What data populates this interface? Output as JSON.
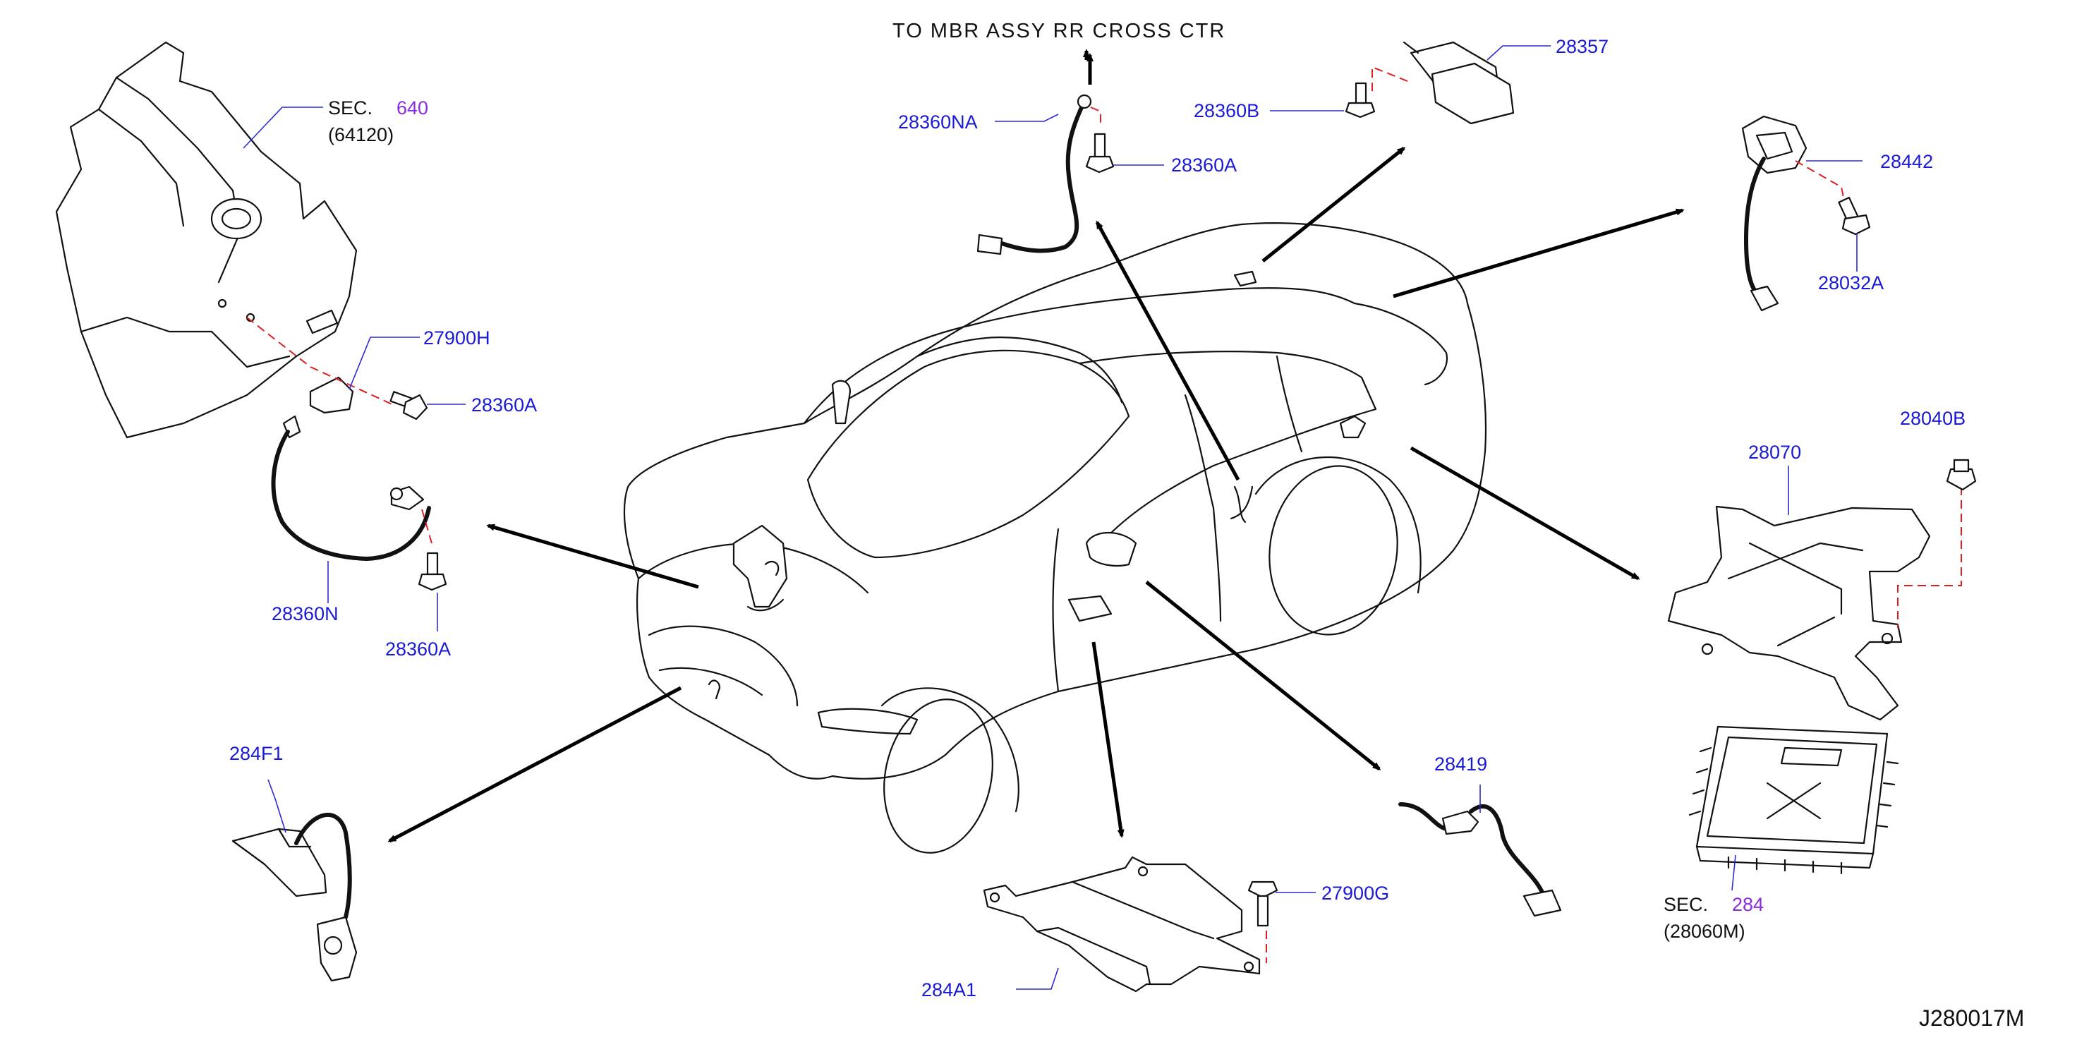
{
  "diagram_code": "J280017M",
  "note": "TO  MBR  ASSY  RR  CROSS  CTR",
  "parts": {
    "p28360NA": "28360NA",
    "p28360A_top": "28360A",
    "p28357": "28357",
    "p28360B": "28360B",
    "p28442": "28442",
    "p28032A": "28032A",
    "p27900H": "27900H",
    "p28360A_left": "28360A",
    "p28360N": "28360N",
    "p28360A_lower": "28360A",
    "p28040B": "28040B",
    "p28070": "28070",
    "p284F1": "284F1",
    "p28419": "28419",
    "p27900G": "27900G",
    "p284A1": "284A1"
  },
  "sections": {
    "sec640": {
      "prefix": "SEC.",
      "number": "640",
      "sub": "(64120)"
    },
    "sec284": {
      "prefix": "SEC.",
      "number": "284",
      "sub": "(28060M)"
    }
  },
  "colors": {
    "part_number": "#1a1ad6",
    "section_number": "#8a2be2",
    "leader": "#2a2ad6",
    "dash": "#e02020"
  }
}
